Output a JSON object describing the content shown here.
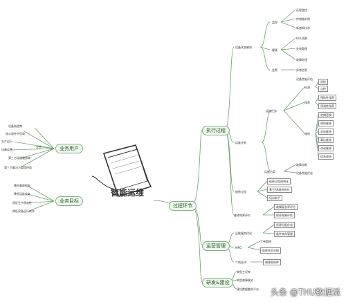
{
  "title": "智能运维",
  "watermark": "头条 @THU数据派",
  "left": {
    "hub1": "业务用户",
    "hub2": "业务目标",
    "users": [
      "设备制造商",
      "核心部件供货商",
      "生产运行",
      "设备运营",
      "业主",
      "第三方运维服务商",
      "第三方解决方案提供商"
    ],
    "goals": [
      "降低事故损失",
      "降低运维成本",
      "保证生产稳定性",
      "降低设备运行成本"
    ]
  },
  "right": {
    "h_exec": "执行过程",
    "h_process": "过程环节",
    "h_ops": "运营管理",
    "h_rd": "研发&建设",
    "status": "设备状态感知",
    "status_groups": [
      "监控",
      "健康",
      "告警"
    ],
    "status_items": [
      "远程监控",
      "传感器补偿",
      "新感知技术",
      "RUL估算",
      "失效管理",
      "故障处理",
      "异常告警",
      "设备性能评估"
    ],
    "plan_title": "运维计划",
    "task": "运维任务",
    "plan_a": [
      "检测",
      "保养",
      "维修"
    ],
    "plan_items": [
      "巡检",
      "点检",
      "预防性保养",
      "预测性保养",
      "定期更换",
      "预防维修",
      "状态维修",
      "事后维修",
      "改进维修",
      "综合改进"
    ],
    "plan_end": "运维方案",
    "plan_end_items": [
      "故障诊断",
      "设备性能优化"
    ],
    "mid1": "维修过程",
    "mid1_items": [
      "维修过程透明化",
      "基于AR维修协作",
      "培训助手"
    ],
    "mid2": "维修效果评价",
    "mid2_items": [
      "故障复发率评估",
      "保养效果评估"
    ],
    "ops1": "运维服务优化",
    "ops1_items": [
      "资源分配优化",
      "备件库存管理"
    ],
    "ops2": "MRO",
    "ops2_items": [
      "工单管理",
      "维修任务分配"
    ],
    "ops3": "二线支持",
    "ops3_items": [
      "故障案例库"
    ],
    "rd_items": [
      "典型工况库",
      "典型故障模式",
      "建设数据整合平台"
    ]
  }
}
